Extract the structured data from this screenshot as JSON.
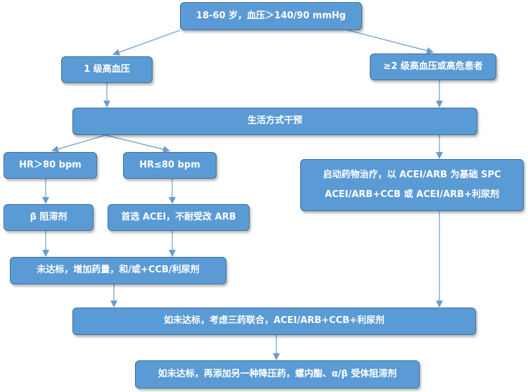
{
  "nodes": {
    "start": "18-60 岁，血压＞140/90 mmHg",
    "grade1": "1 级高血压",
    "grade2plus": "≥2 级高血压或高危患者",
    "lifestyle": "生活方式干预",
    "hr_high": "HR＞80 bpm",
    "hr_low": "HR≤80 bpm",
    "drug_start": {
      "line1": "启动药物治疗，以 ACEI/ARB 为基础 SPC",
      "line2": "ACEI/ARB+CCB 或 ACEI/ARB+利尿剂"
    },
    "beta_blocker": "β 阻滞剂",
    "acei_first": "首选 ACEI，不耐受改 ARB",
    "not_reached_increase": "未达标，增加药量，和/或+CCB/利尿剂",
    "triple": "如未达标，考虑三药联合，ACEI/ARB+CCB+利尿剂",
    "add_fourth": "如未达标，再添加另一种降压药，螺内酯、α/β 受体阻滞剂"
  },
  "colors": {
    "node_fill": "#5b9bd5",
    "node_border": "#41719c",
    "arrow": "#6a9ccf",
    "text": "#ffffff"
  }
}
